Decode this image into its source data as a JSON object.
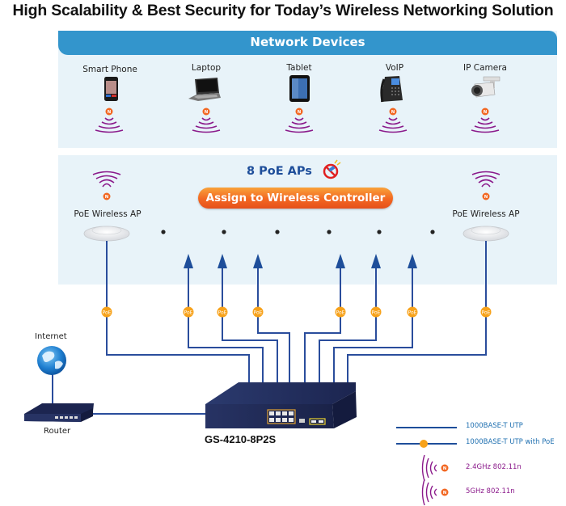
{
  "title": "High Scalability & Best Security for Today’s Wireless Networking Solution",
  "network_devices": {
    "header": "Network Devices",
    "devices": [
      {
        "label": "Smart Phone",
        "icon": "smartphone-icon",
        "badge": "N"
      },
      {
        "label": "Laptop",
        "icon": "laptop-icon",
        "badge": "N"
      },
      {
        "label": "Tablet",
        "icon": "tablet-icon",
        "badge": "N"
      },
      {
        "label": "VoIP",
        "icon": "voip-phone-icon",
        "badge": "N"
      },
      {
        "label": "IP Camera",
        "icon": "ip-camera-icon",
        "badge": "N"
      }
    ]
  },
  "ap_section": {
    "poe_aps_label": "8 PoE APs",
    "no_controller_icon": "no-controller-icon",
    "assign_button": "Assign to Wireless Controller",
    "left_ap_label": "PoE Wireless AP",
    "right_ap_label": "PoE Wireless AP",
    "badge": "N",
    "poe_badge": "PoE"
  },
  "internet": {
    "label": "Internet"
  },
  "router": {
    "label": "Router"
  },
  "switch": {
    "model": "GS-4210-8P2S"
  },
  "legend": {
    "items": [
      {
        "label": "1000BASE-T UTP",
        "type": "line",
        "color": "#1e4e9a"
      },
      {
        "label": "1000BASE-T UTP with PoE",
        "type": "poe-line",
        "color": "#1e4e9a"
      },
      {
        "label": "2.4GHz 802.11n",
        "type": "wifi",
        "color": "#8b1a8b"
      },
      {
        "label": "5GHz 802.11n",
        "type": "wifi",
        "color": "#8b1a8b"
      }
    ]
  },
  "colors": {
    "header_blue": "#3395cc",
    "panel_bg": "#e8f3f9",
    "cable_blue": "#2a4d9c",
    "poe_orange": "#f7a21b",
    "wifi_purple": "#8b1a8b",
    "n_badge_orange": "#f26722"
  }
}
